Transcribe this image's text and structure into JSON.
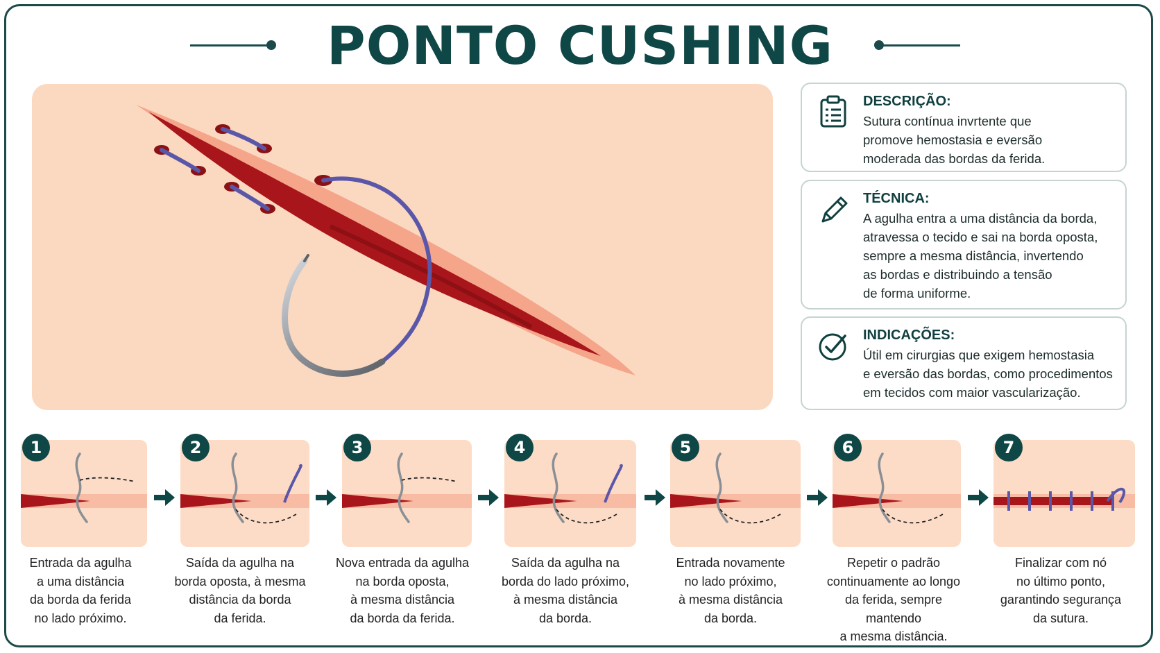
{
  "title": "PONTO CUSHING",
  "cards": [
    {
      "icon": "clipboard-icon",
      "title": "DESCRIÇÃO:",
      "lines": [
        "Sutura contínua invrtente que",
        "promove hemostasia e eversão",
        "moderada das bordas da ferida."
      ]
    },
    {
      "icon": "pencil-icon",
      "title": "TÉCNICA:",
      "lines": [
        "A agulha entra a uma distância da borda,",
        "atravessa o tecido e sai na borda oposta,",
        "sempre a mesma distância, invertendo",
        "as bordas e distribuindo a tensão",
        "de forma uniforme."
      ]
    },
    {
      "icon": "check-circle-icon",
      "title": "INDICAÇÕES:",
      "lines": [
        "Útil em cirurgias que exigem hemostasia",
        "e eversão das bordas, como procedimentos",
        "em tecidos com maior vascularização."
      ]
    }
  ],
  "steps": [
    {
      "number": "1",
      "lines": [
        "Entrada da agulha",
        "a uma distância",
        "da borda da ferida",
        "no lado próximo."
      ]
    },
    {
      "number": "2",
      "lines": [
        "Saída da agulha na",
        "borda oposta, à mesma",
        "distância da borda",
        "da ferida."
      ]
    },
    {
      "number": "3",
      "lines": [
        "Nova entrada da agulha",
        "na borda oposta,",
        "à mesma distância",
        "da borda da ferida."
      ]
    },
    {
      "number": "4",
      "lines": [
        "Saída da agulha na",
        "borda do lado próximo,",
        "à mesma distância",
        "da borda."
      ]
    },
    {
      "number": "5",
      "lines": [
        "Entrada novamente",
        "no lado próximo,",
        "à mesma distância",
        "da borda."
      ]
    },
    {
      "number": "6",
      "lines": [
        "Repetir o padrão",
        "continuamente ao longo",
        "da ferida, sempre mantendo",
        "a mesma distância."
      ]
    },
    {
      "number": "7",
      "lines": [
        "Finalizar com nó",
        "no último ponto,",
        "garantindo segurança",
        "da sutura."
      ]
    }
  ],
  "colors": {
    "accent": "#0f4646",
    "skin": "#fbd9c1",
    "wound": "#a8151b",
    "suture": "#5b57a8",
    "needle": "#8a8f96"
  }
}
